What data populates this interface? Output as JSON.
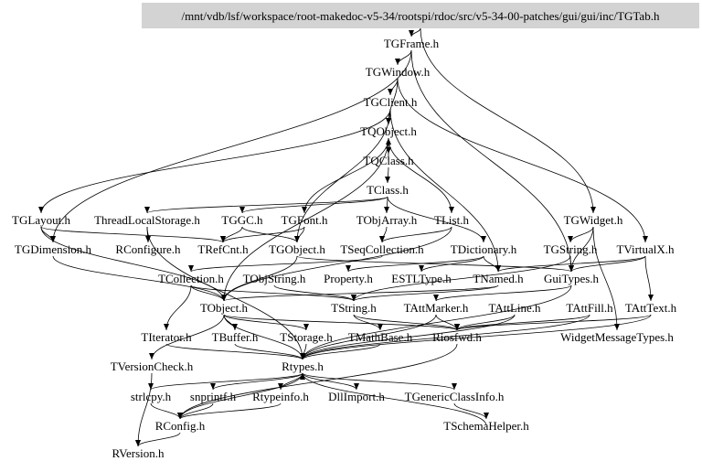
{
  "diagram": {
    "title": "Include dependency graph",
    "root": "/mnt/vdb/lsf/workspace/root-makedoc-v5-34/rootspi/rdoc/src/v5-34-00-patches/gui/gui/inc/TGTab.h",
    "root_fill": "#d3d3d3",
    "nodes": [
      {
        "id": "TGFrame",
        "label": "TGFrame.h"
      },
      {
        "id": "TGWindow",
        "label": "TGWindow.h"
      },
      {
        "id": "TGClient",
        "label": "TGClient.h"
      },
      {
        "id": "TQObject",
        "label": "TQObject.h"
      },
      {
        "id": "TQClass",
        "label": "TQClass.h"
      },
      {
        "id": "TClass",
        "label": "TClass.h"
      },
      {
        "id": "TGLayout",
        "label": "TGLayout.h"
      },
      {
        "id": "ThreadLocalStorage",
        "label": "ThreadLocalStorage.h"
      },
      {
        "id": "TGGC",
        "label": "TGGC.h"
      },
      {
        "id": "TGFont",
        "label": "TGFont.h"
      },
      {
        "id": "TObjArray",
        "label": "TObjArray.h"
      },
      {
        "id": "TList",
        "label": "TList.h"
      },
      {
        "id": "TGWidget",
        "label": "TGWidget.h"
      },
      {
        "id": "TGDimension",
        "label": "TGDimension.h"
      },
      {
        "id": "RConfigure",
        "label": "RConfigure.h"
      },
      {
        "id": "TRefCnt",
        "label": "TRefCnt.h"
      },
      {
        "id": "TGObject",
        "label": "TGObject.h"
      },
      {
        "id": "TSeqCollection",
        "label": "TSeqCollection.h"
      },
      {
        "id": "TDictionary",
        "label": "TDictionary.h"
      },
      {
        "id": "TGString",
        "label": "TGString.h"
      },
      {
        "id": "TVirtualX",
        "label": "TVirtualX.h"
      },
      {
        "id": "TCollection",
        "label": "TCollection.h"
      },
      {
        "id": "TObjString",
        "label": "TObjString.h"
      },
      {
        "id": "Property",
        "label": "Property.h"
      },
      {
        "id": "ESTLType",
        "label": "ESTLType.h"
      },
      {
        "id": "TNamed",
        "label": "TNamed.h"
      },
      {
        "id": "GuiTypes",
        "label": "GuiTypes.h"
      },
      {
        "id": "TObject",
        "label": "TObject.h"
      },
      {
        "id": "TString",
        "label": "TString.h"
      },
      {
        "id": "TAttMarker",
        "label": "TAttMarker.h"
      },
      {
        "id": "TAttLine",
        "label": "TAttLine.h"
      },
      {
        "id": "TAttFill",
        "label": "TAttFill.h"
      },
      {
        "id": "TAttText",
        "label": "TAttText.h"
      },
      {
        "id": "TIterator",
        "label": "TIterator.h"
      },
      {
        "id": "TBuffer",
        "label": "TBuffer.h"
      },
      {
        "id": "TStorage",
        "label": "TStorage.h"
      },
      {
        "id": "TMathBase",
        "label": "TMathBase.h"
      },
      {
        "id": "Riosfwd",
        "label": "Riosfwd.h"
      },
      {
        "id": "WidgetMessageTypes",
        "label": "WidgetMessageTypes.h"
      },
      {
        "id": "TVersionCheck",
        "label": "TVersionCheck.h"
      },
      {
        "id": "Rtypes",
        "label": "Rtypes.h"
      },
      {
        "id": "strlcpy",
        "label": "strlcpy.h"
      },
      {
        "id": "snprintf",
        "label": "snprintf.h"
      },
      {
        "id": "Rtypeinfo",
        "label": "Rtypeinfo.h"
      },
      {
        "id": "DllImport",
        "label": "DllImport.h"
      },
      {
        "id": "TGenericClassInfo",
        "label": "TGenericClassInfo.h"
      },
      {
        "id": "RConfig",
        "label": "RConfig.h"
      },
      {
        "id": "TSchemaHelper",
        "label": "TSchemaHelper.h"
      },
      {
        "id": "RVersion",
        "label": "RVersion.h"
      }
    ],
    "edges": [
      [
        "ROOT",
        "TGFrame"
      ],
      [
        "ROOT",
        "TGWidget"
      ],
      [
        "TGFrame",
        "TGWindow"
      ],
      [
        "TGFrame",
        "TGDimension"
      ],
      [
        "TGFrame",
        "GuiTypes"
      ],
      [
        "TGWindow",
        "TGClient"
      ],
      [
        "TGWindow",
        "TQObject"
      ],
      [
        "TGWindow",
        "TVirtualX"
      ],
      [
        "TGClient",
        "TQObject"
      ],
      [
        "TGClient",
        "TGObject"
      ],
      [
        "TGClient",
        "TGLayout"
      ],
      [
        "TGClient",
        "TNamed"
      ],
      [
        "TQObject",
        "TQClass"
      ],
      [
        "TQObject",
        "TList"
      ],
      [
        "TQObject",
        "TObject"
      ],
      [
        "TQObject",
        "TGFont"
      ],
      [
        "TQClass",
        "TQObject"
      ],
      [
        "TQClass",
        "TClass"
      ],
      [
        "TClass",
        "TObjArray"
      ],
      [
        "TClass",
        "TGGC"
      ],
      [
        "TClass",
        "TDictionary"
      ],
      [
        "TClass",
        "ThreadLocalStorage"
      ],
      [
        "TGLayout",
        "TGDimension"
      ],
      [
        "TGLayout",
        "TRefCnt"
      ],
      [
        "TGLayout",
        "TObject"
      ],
      [
        "ThreadLocalStorage",
        "RConfigure"
      ],
      [
        "ThreadLocalStorage",
        "Rtypes"
      ],
      [
        "TGGC",
        "TRefCnt"
      ],
      [
        "TGGC",
        "TGObject"
      ],
      [
        "TGFont",
        "TGObject"
      ],
      [
        "TGFont",
        "TRefCnt"
      ],
      [
        "TObjArray",
        "TSeqCollection"
      ],
      [
        "TList",
        "TSeqCollection"
      ],
      [
        "TList",
        "TObject"
      ],
      [
        "TGWidget",
        "TGString"
      ],
      [
        "TGWidget",
        "GuiTypes"
      ],
      [
        "TGWidget",
        "WidgetMessageTypes"
      ],
      [
        "TGDimension",
        "TObject"
      ],
      [
        "TGObject",
        "TObject"
      ],
      [
        "TGObject",
        "GuiTypes"
      ],
      [
        "TSeqCollection",
        "TCollection"
      ],
      [
        "TDictionary",
        "TNamed"
      ],
      [
        "TDictionary",
        "Property"
      ],
      [
        "TDictionary",
        "ESTLType"
      ],
      [
        "TGString",
        "TString"
      ],
      [
        "TGString",
        "GuiTypes"
      ],
      [
        "TVirtualX",
        "TNamed"
      ],
      [
        "TVirtualX",
        "GuiTypes"
      ],
      [
        "TVirtualX",
        "TAttText"
      ],
      [
        "TCollection",
        "TObject"
      ],
      [
        "TCollection",
        "TIterator"
      ],
      [
        "TCollection",
        "TString"
      ],
      [
        "TObjString",
        "TString"
      ],
      [
        "TNamed",
        "TObject"
      ],
      [
        "TNamed",
        "TString"
      ],
      [
        "GuiTypes",
        "Rtypes"
      ],
      [
        "GuiTypes",
        "TAttMarker"
      ],
      [
        "TObject",
        "TBuffer"
      ],
      [
        "TObject",
        "TStorage"
      ],
      [
        "TObject",
        "TVersionCheck"
      ],
      [
        "TObject",
        "Riosfwd"
      ],
      [
        "TObject",
        "Rtypes"
      ],
      [
        "TString",
        "TMathBase"
      ],
      [
        "TString",
        "Riosfwd"
      ],
      [
        "TAttMarker",
        "Riosfwd"
      ],
      [
        "TAttMarker",
        "Rtypes"
      ],
      [
        "TAttLine",
        "Riosfwd"
      ],
      [
        "TAttLine",
        "Rtypes"
      ],
      [
        "TAttFill",
        "Riosfwd"
      ],
      [
        "TAttFill",
        "Rtypes"
      ],
      [
        "TAttText",
        "Riosfwd"
      ],
      [
        "TAttText",
        "Rtypes"
      ],
      [
        "TIterator",
        "Rtypes"
      ],
      [
        "TBuffer",
        "Rtypes"
      ],
      [
        "TStorage",
        "Rtypes"
      ],
      [
        "TMathBase",
        "Rtypes"
      ],
      [
        "Riosfwd",
        "RConfig"
      ],
      [
        "TVersionCheck",
        "RVersion"
      ],
      [
        "Rtypes",
        "strlcpy"
      ],
      [
        "Rtypes",
        "snprintf"
      ],
      [
        "Rtypes",
        "Rtypeinfo"
      ],
      [
        "Rtypes",
        "DllImport"
      ],
      [
        "Rtypes",
        "TGenericClassInfo"
      ],
      [
        "Rtypes",
        "RConfig"
      ],
      [
        "strlcpy",
        "RConfig"
      ],
      [
        "snprintf",
        "RConfig"
      ],
      [
        "Rtypeinfo",
        "RConfig"
      ],
      [
        "TGenericClassInfo",
        "TSchemaHelper"
      ],
      [
        "TSchemaHelper",
        "Rtypes"
      ],
      [
        "RConfig",
        "RVersion"
      ]
    ]
  }
}
